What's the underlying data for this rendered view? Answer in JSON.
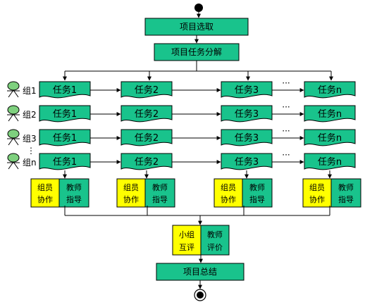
{
  "project_select": "项目选取",
  "task_breakdown": "项目任务分解",
  "group_labels": [
    "组1",
    "组2",
    "组3",
    "组n"
  ],
  "vertical_ellipsis": "⋮",
  "ellipsis": "···",
  "task_labels": [
    "任务1",
    "任务2",
    "任务3",
    "任务n"
  ],
  "member_collab": [
    "组员",
    "协作"
  ],
  "teacher_guide": [
    "教师",
    "指导"
  ],
  "peer_review": [
    "小组",
    "互评"
  ],
  "teacher_eval": [
    "教师",
    "评价"
  ],
  "project_summary": "项目总结",
  "colors": {
    "teal": "#19c38c",
    "yellow": "#ffff00",
    "person_fill": "#7ed07e",
    "black": "#000000"
  }
}
